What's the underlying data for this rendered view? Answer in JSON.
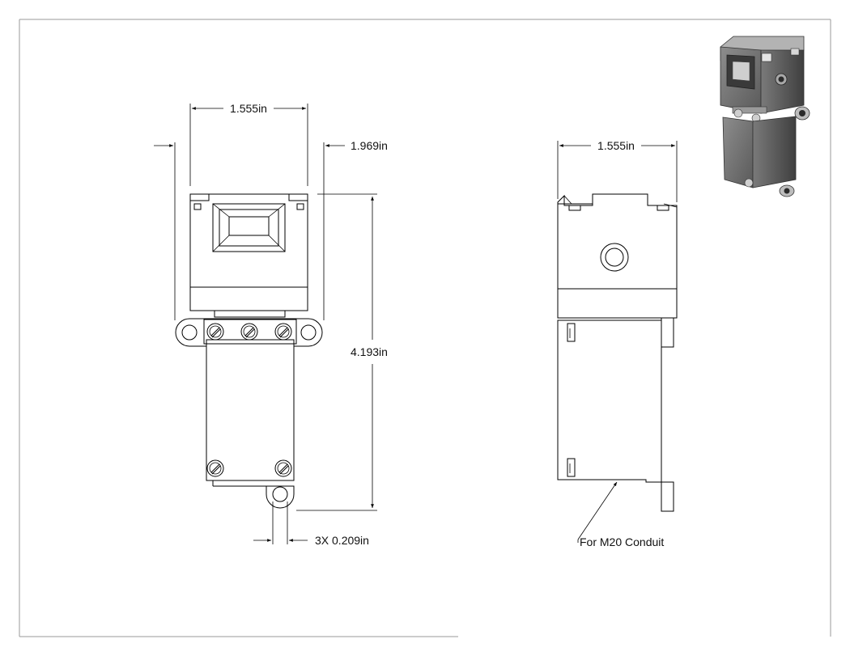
{
  "dimensions": {
    "front_width": "1.555in",
    "front_overall_width": "1.969in",
    "front_height": "4.193in",
    "hole_diameter": "3X 0.209in",
    "side_width": "1.555in"
  },
  "callouts": {
    "conduit": "For M20 Conduit"
  },
  "colors": {
    "line": "#000000",
    "frame": "#9a9a9a",
    "render_body": "#6b6b6b"
  }
}
